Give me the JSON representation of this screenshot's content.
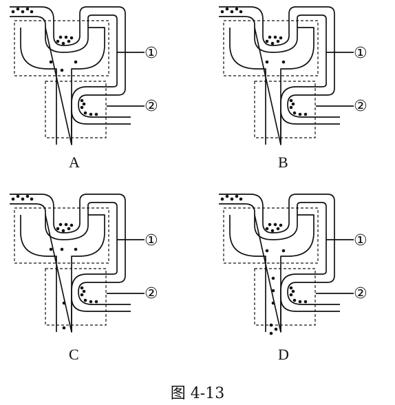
{
  "figure": {
    "caption": "图 4-13",
    "panels": [
      {
        "label": "A",
        "marker_1": "①",
        "marker_2": "②",
        "variant": "A"
      },
      {
        "label": "B",
        "marker_1": "①",
        "marker_2": "②",
        "variant": "B"
      },
      {
        "label": "C",
        "marker_1": "①",
        "marker_2": "②",
        "variant": "C"
      },
      {
        "label": "D",
        "marker_1": "①",
        "marker_2": "②",
        "variant": "D"
      }
    ]
  },
  "colors": {
    "ink": "#111111",
    "background": "#ffffff"
  }
}
